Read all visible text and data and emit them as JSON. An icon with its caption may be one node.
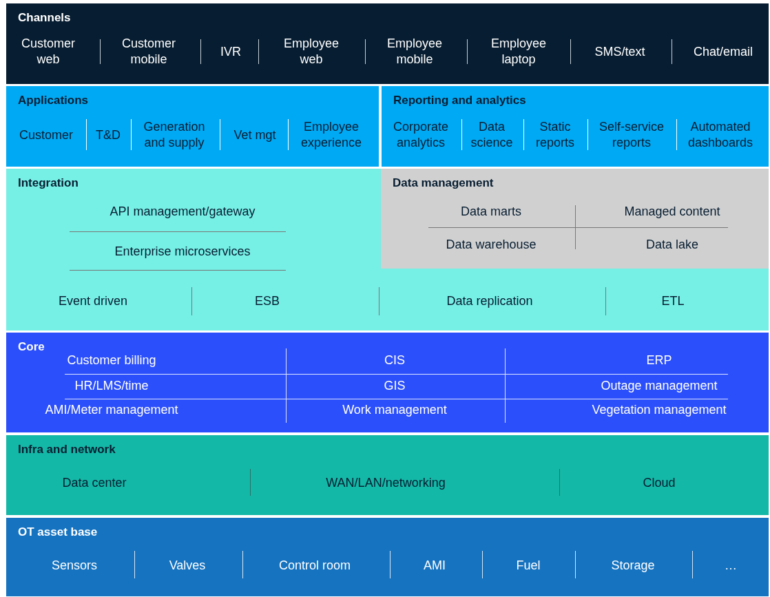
{
  "diagram": {
    "nodes": [
      {
        "text": [
          "Channels"
        ]
      },
      {
        "text": [
          "Customer web"
        ],
        "in": 0
      },
      {
        "text": [
          "Customer mobile"
        ],
        "in": 0
      },
      {
        "text": [
          "IVR"
        ],
        "in": 0
      },
      {
        "text": [
          "Employee web"
        ],
        "in": 0
      },
      {
        "text": [
          "Employee mobile"
        ],
        "in": 0
      },
      {
        "text": [
          "Employee laptop"
        ],
        "in": 0
      },
      {
        "text": [
          "SMS/text"
        ],
        "in": 0
      },
      {
        "text": [
          "Chat/email"
        ],
        "in": 0
      },
      {
        "text": [
          "Applications"
        ]
      },
      {
        "text": [
          "Customer"
        ],
        "in": 9
      },
      {
        "text": [
          "T&D"
        ],
        "in": 9
      },
      {
        "text": [
          "Generation and supply"
        ],
        "in": 9
      },
      {
        "text": [
          "Vet mgt"
        ],
        "in": 9
      },
      {
        "text": [
          "Employee experience"
        ],
        "in": 9
      },
      {
        "text": [
          "Reporting and analytics"
        ]
      },
      {
        "text": [
          "Corporate analytics"
        ],
        "in": 15
      },
      {
        "text": [
          "Data science"
        ],
        "in": 15
      },
      {
        "text": [
          "Static reports"
        ],
        "in": 15
      },
      {
        "text": [
          "Self-service reports"
        ],
        "in": 15
      },
      {
        "text": [
          "Automated dashboards"
        ],
        "in": 15
      },
      {
        "text": [
          "Integration"
        ]
      },
      {
        "text": [
          "API management/gateway"
        ],
        "in": 21
      },
      {
        "text": [
          "Enterprise microservices"
        ],
        "in": 21
      },
      {
        "text": [
          "Event driven"
        ],
        "in": 21
      },
      {
        "text": [
          "ESB"
        ],
        "in": 21
      },
      {
        "text": [
          "Data replication"
        ],
        "in": 21
      },
      {
        "text": [
          "ETL"
        ],
        "in": 21
      },
      {
        "text": [
          "Data management"
        ],
        "in": 21
      },
      {
        "text": [
          "Data marts"
        ],
        "in": 28
      },
      {
        "text": [
          "Managed content"
        ],
        "in": 28
      },
      {
        "text": [
          "Data warehouse"
        ],
        "in": 28
      },
      {
        "text": [
          "Data lake"
        ],
        "in": 28
      },
      {
        "text": [
          "Core"
        ]
      },
      {
        "text": [
          "Customer billing"
        ],
        "in": 33
      },
      {
        "text": [
          "CIS"
        ],
        "in": 33
      },
      {
        "text": [
          "ERP"
        ],
        "in": 33
      },
      {
        "text": [
          "HR/LMS/time"
        ],
        "in": 33
      },
      {
        "text": [
          "GIS"
        ],
        "in": 33
      },
      {
        "text": [
          "Outage management"
        ],
        "in": 33
      },
      {
        "text": [
          "AMI/Meter management"
        ],
        "in": 33
      },
      {
        "text": [
          "Work management"
        ],
        "in": 33
      },
      {
        "text": [
          "Vegetation management"
        ],
        "in": 33
      },
      {
        "text": [
          "Infra and network"
        ]
      },
      {
        "text": [
          "Data center"
        ],
        "in": 43
      },
      {
        "text": [
          "WAN/LAN/networking"
        ],
        "in": 43
      },
      {
        "text": [
          "Cloud"
        ],
        "in": 43
      },
      {
        "text": [
          "OT asset base"
        ]
      },
      {
        "text": [
          "Sensors"
        ],
        "in": 47
      },
      {
        "text": [
          "Valves"
        ],
        "in": 47
      },
      {
        "text": [
          "Control room"
        ],
        "in": 47
      },
      {
        "text": [
          "AMI"
        ],
        "in": 47
      },
      {
        "text": [
          "Fuel"
        ],
        "in": 47
      },
      {
        "text": [
          "Storage"
        ],
        "in": 47
      },
      {
        "text": [
          "…"
        ],
        "in": 47
      }
    ]
  }
}
